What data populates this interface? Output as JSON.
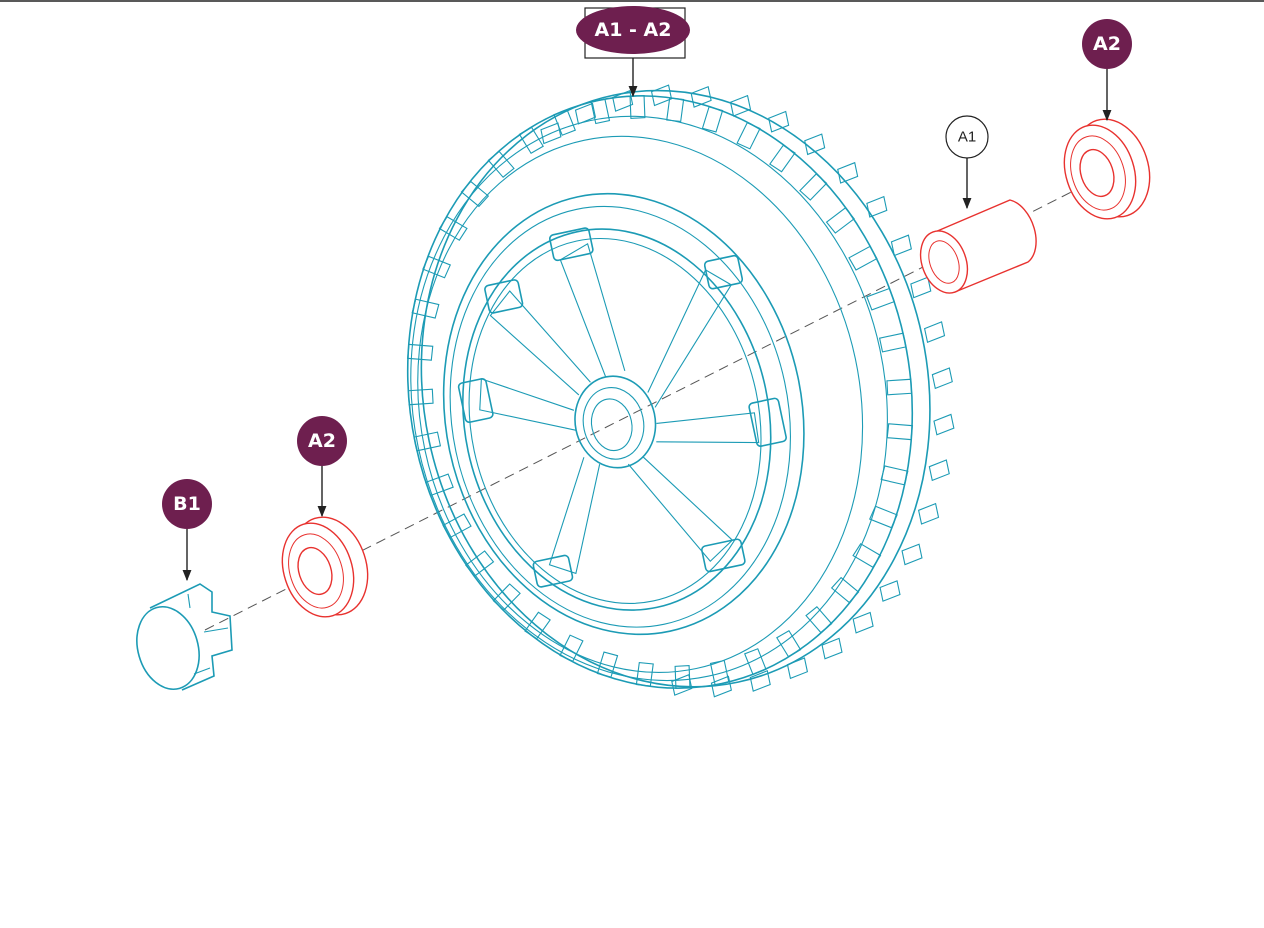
{
  "colors": {
    "callout_fill": "#6e1f4f",
    "wheel_line": "#1c9bb5",
    "bearing_line": "#e8322f",
    "leader_line": "#222222"
  },
  "callouts": {
    "wheel_assembly": "A1 - A2",
    "bearing_right": "A2",
    "spacer": "A1",
    "bearing_left": "A2",
    "hub_cap": "B1"
  },
  "parts": {
    "wheel": "wheel-tyre-icon",
    "bearing_right": "bearing-icon",
    "spacer": "spacer-tube-icon",
    "bearing_left": "bearing-icon",
    "hub_cap": "hub-cap-icon"
  }
}
